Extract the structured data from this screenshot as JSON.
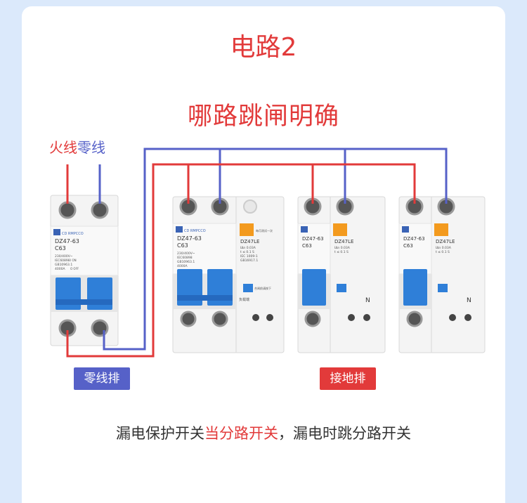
{
  "title": "电路2",
  "subtitle": "哪路跳闸明确",
  "wire_labels": {
    "fire": "火线",
    "zero": "零线"
  },
  "badges": {
    "zero_bar": "零线排",
    "earth_bar": "接地排"
  },
  "bottom": {
    "part1": "漏电保护开关",
    "highlight": "当分路开关",
    "part2": "，漏电时跳分路开关"
  },
  "colors": {
    "fire_wire": "#e23a3a",
    "zero_wire": "#5661c8",
    "handle": "#2f7fd8",
    "orange": "#f39a1e"
  },
  "breakers": {
    "main": {
      "brand": "CD  RMPCCO",
      "model": "DZ47-63",
      "rating": "C63",
      "spec1": "230/400V~",
      "spec2": "IEC60898",
      "spec3": "GB10963.1",
      "spec4": "4000A",
      "on": "I ON",
      "off": "O OFF"
    },
    "rcd": {
      "brand": "CD  RMPCCO",
      "model": "DZ47-63",
      "rating": "C63",
      "spec1": "230/400V~",
      "spec2": "IEC60898",
      "spec3": "GB10963.1",
      "spec4": "4000A",
      "le_model": "DZ47LE",
      "le1": "IΔn 0.03A",
      "le2": "t ≤ 0.1 S",
      "le3": "IEC 1009-1",
      "le4": "GB16917.1",
      "test": "每月测试一次",
      "load": "负载端",
      "reset": "合闸前请按下",
      "n": "N"
    }
  }
}
